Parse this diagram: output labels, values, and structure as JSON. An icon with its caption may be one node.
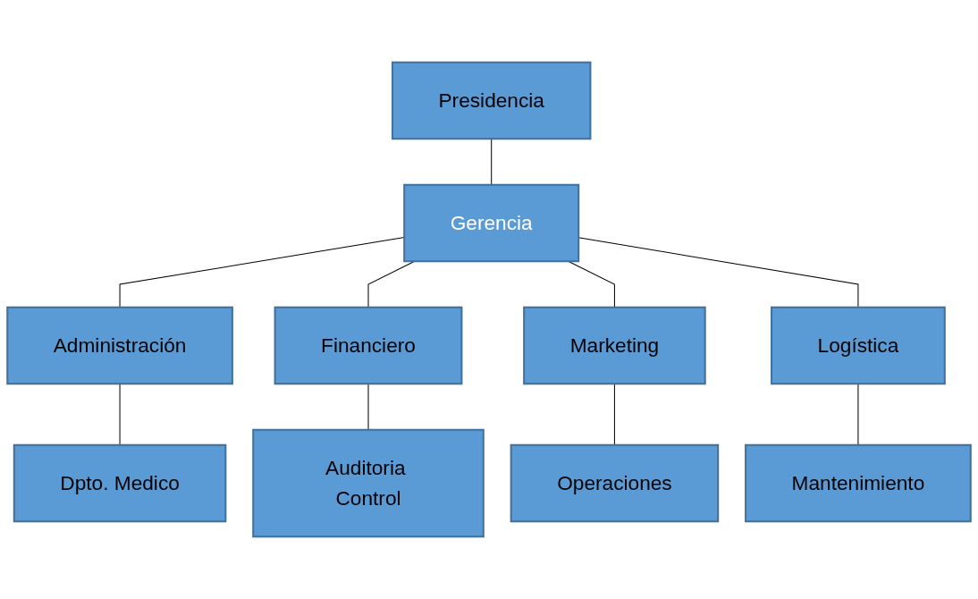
{
  "diagram": {
    "nodes": [
      {
        "text": [
          "Presidencia"
        ]
      },
      {
        "text": [
          "Gerencia"
        ]
      },
      {
        "text": [
          "Administración"
        ]
      },
      {
        "text": [
          "Financiero"
        ]
      },
      {
        "text": [
          "Marketing"
        ]
      },
      {
        "text": [
          "Logística"
        ]
      },
      {
        "text": [
          "Dpto. Medico"
        ]
      },
      {
        "text": [
          "Auditoria Control"
        ]
      },
      {
        "text": [
          "Operaciones"
        ]
      },
      {
        "text": [
          "Mantenimiento"
        ]
      }
    ],
    "edges": [
      {
        "from": 0,
        "to": 1,
        "arrow": "none"
      },
      {
        "from": 1,
        "to": 2,
        "arrow": "none"
      },
      {
        "from": 1,
        "to": 3,
        "arrow": "none"
      },
      {
        "from": 1,
        "to": 4,
        "arrow": "none"
      },
      {
        "from": 1,
        "to": 5,
        "arrow": "none"
      },
      {
        "from": 2,
        "to": 6,
        "arrow": "none"
      },
      {
        "from": 3,
        "to": 7,
        "arrow": "none"
      },
      {
        "from": 4,
        "to": 8,
        "arrow": "none"
      },
      {
        "from": 5,
        "to": 9,
        "arrow": "none"
      }
    ]
  }
}
